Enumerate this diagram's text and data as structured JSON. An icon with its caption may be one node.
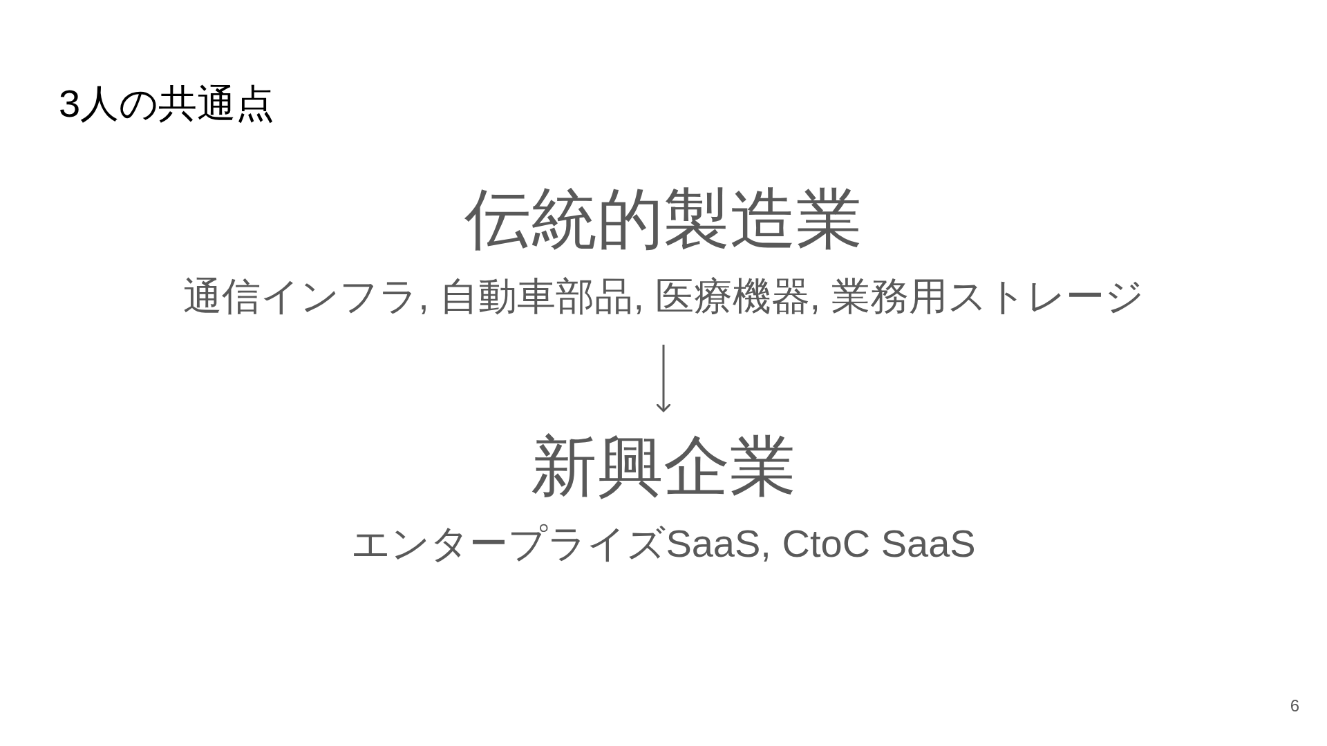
{
  "diagram": {
    "title": "3人の共通点",
    "nodes": [
      {
        "text": [
          "伝統的製造業"
        ],
        "beside": [
          "通信インフラ, 自動車部品, 医療機器, 業務用ストレージ"
        ]
      },
      {
        "text": [
          "新興企業"
        ],
        "beside": [
          "エンタープライズSaaS, CtoC SaaS"
        ]
      }
    ],
    "edges": [
      {
        "from": 0,
        "to": 1,
        "arrow": "to"
      }
    ],
    "labels": [
      "6"
    ]
  }
}
